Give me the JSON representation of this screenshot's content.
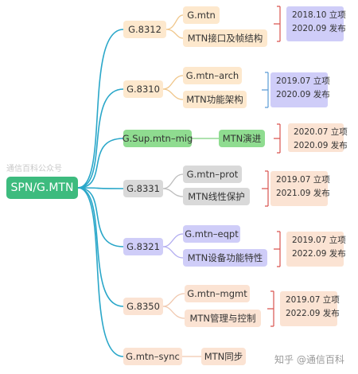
{
  "root": {
    "label": "SPN/G.MTN"
  },
  "watermark_top": "通信百科公众号",
  "watermark_bottom": "知乎 @通信百科",
  "branches": [
    {
      "standard": "G.8312",
      "std_color": "orange",
      "children": [
        {
          "label": "G.mtn",
          "color": "orange"
        },
        {
          "label": "MTN接口及帧结构",
          "color": "orange"
        }
      ],
      "note": [
        "2018.10  立项",
        "2020.09  发布"
      ],
      "note_color": "purple",
      "bracket_color": "#d9534f"
    },
    {
      "standard": "G.8310",
      "std_color": "orange",
      "children": [
        {
          "label": "G.mtn–arch",
          "color": "orange"
        },
        {
          "label": "MTN功能架构",
          "color": "orange"
        }
      ],
      "note": [
        "2019.07 立项",
        "2020.09 发布"
      ],
      "note_color": "purple",
      "bracket_color": "#5b9bd5"
    },
    {
      "standard": "G.Sup.mtn–mig",
      "std_color": "green",
      "children": [
        {
          "label": "MTN演进",
          "color": "green"
        }
      ],
      "note": [
        "2020.07 立项",
        "2020.09 发布"
      ],
      "note_color": "pink",
      "bracket_color": "#d9534f"
    },
    {
      "standard": "G.8331",
      "std_color": "gray",
      "children": [
        {
          "label": "G.mtn–prot",
          "color": "gray"
        },
        {
          "label": "MTN线性保护",
          "color": "gray"
        }
      ],
      "note": [
        "2019.07 立项",
        "2021.09 发布"
      ],
      "note_color": "pink",
      "bracket_color": "#d9534f"
    },
    {
      "standard": "G.8321",
      "std_color": "purple",
      "children": [
        {
          "label": "G.mtn–eqpt",
          "color": "purple"
        },
        {
          "label": "MTN设备功能特性",
          "color": "purple"
        }
      ],
      "note": [
        "2019.07 立项",
        "2022.09 发布"
      ],
      "note_color": "pink",
      "bracket_color": "#d9534f"
    },
    {
      "standard": "G.8350",
      "std_color": "pink",
      "children": [
        {
          "label": "G.mtn–mgmt",
          "color": "pink"
        },
        {
          "label": "MTN管理与控制",
          "color": "pink"
        }
      ],
      "note": [
        "2019.07 立项",
        "2022.09 发布"
      ],
      "note_color": "pink",
      "bracket_color": "#d9534f"
    },
    {
      "standard": "G.mtn–sync",
      "std_color": "pink",
      "children": [
        {
          "label": "MTN同步",
          "color": "pink"
        }
      ],
      "note": [],
      "note_color": "",
      "bracket_color": ""
    }
  ]
}
